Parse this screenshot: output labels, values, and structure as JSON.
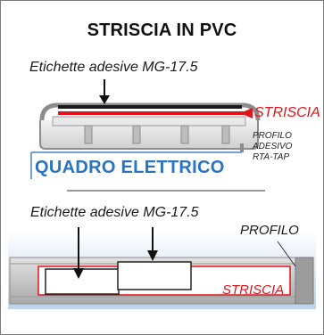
{
  "title": "STRISCIA IN PVC",
  "labels": {
    "etichette_top": "Etichette adesive MG-17.5",
    "etichette_bottom": "Etichette adesive MG-17.5",
    "striscia_top": "STRISCIA",
    "profilo_small_1": "PROFILO",
    "profilo_small_2": "ADESIVO",
    "profilo_small_3": "RTA-TAP",
    "quadro": "QUADRO ELETTRICO",
    "profilo_bottom": "PROFILO",
    "striscia_bottom": "STRISCIA"
  },
  "colors": {
    "accent_red": "#e0141b",
    "accent_blue": "#2a73bf",
    "profile_gray": "#c8c8c8",
    "band_blue": "#c9dcee"
  }
}
